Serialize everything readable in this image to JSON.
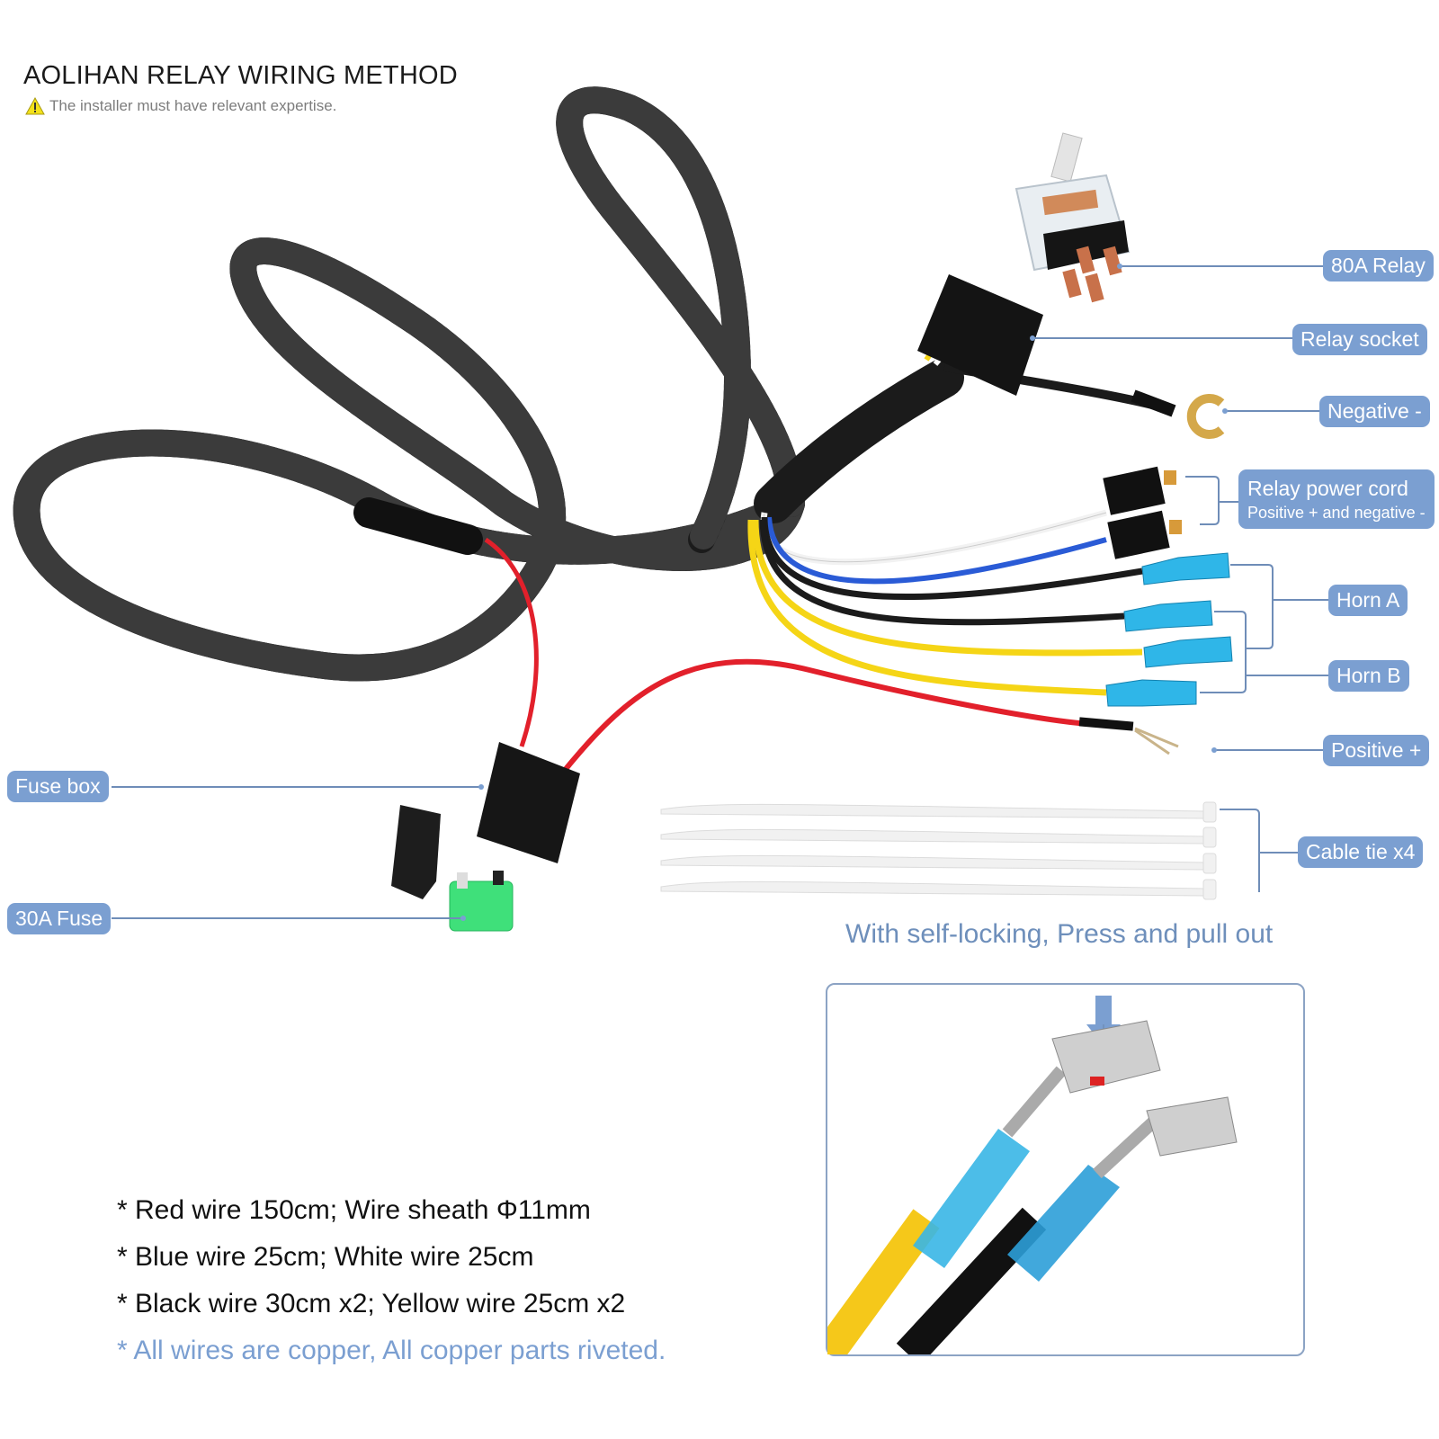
{
  "header": {
    "title": "AOLIHAN RELAY WIRING METHOD",
    "warning_icon": "warning-triangle-icon",
    "warning_text": "The installer must have relevant expertise."
  },
  "labels": {
    "relay": "80A Relay",
    "relay_socket": "Relay socket",
    "negative": "Negative -",
    "relay_power_cord": "Relay power cord",
    "relay_power_cord_sub": "Positive + and negative -",
    "horn_a": "Horn A",
    "horn_b": "Horn B",
    "positive": "Positive +",
    "cable_tie": "Cable tie  x4",
    "fuse_box": "Fuse box",
    "fuse": "30A Fuse"
  },
  "inset": {
    "caption": "With self-locking, Press and pull out",
    "arrow_icon": "down-arrow-icon"
  },
  "specs": [
    "* Red wire  150cm;  Wire sheath  Φ11mm",
    "* Blue wire  25cm;  White wire  25cm",
    "* Black wire  30cm  x2;  Yellow wire  25cm  x2"
  ],
  "specs_note": "* All wires are copper, All copper parts riveted.",
  "colors": {
    "label_bg": "#7b9fd1",
    "leader_line": "#6f8db8",
    "sheath": "#1c1c1c",
    "red_wire": "#e2202b",
    "yellow_wire": "#f5d516",
    "blue_wire": "#2a5bd6",
    "white_wire": "#f2f2f2",
    "terminal_blue": "#2fb6e8",
    "fuse_green": "#3fe07a"
  }
}
